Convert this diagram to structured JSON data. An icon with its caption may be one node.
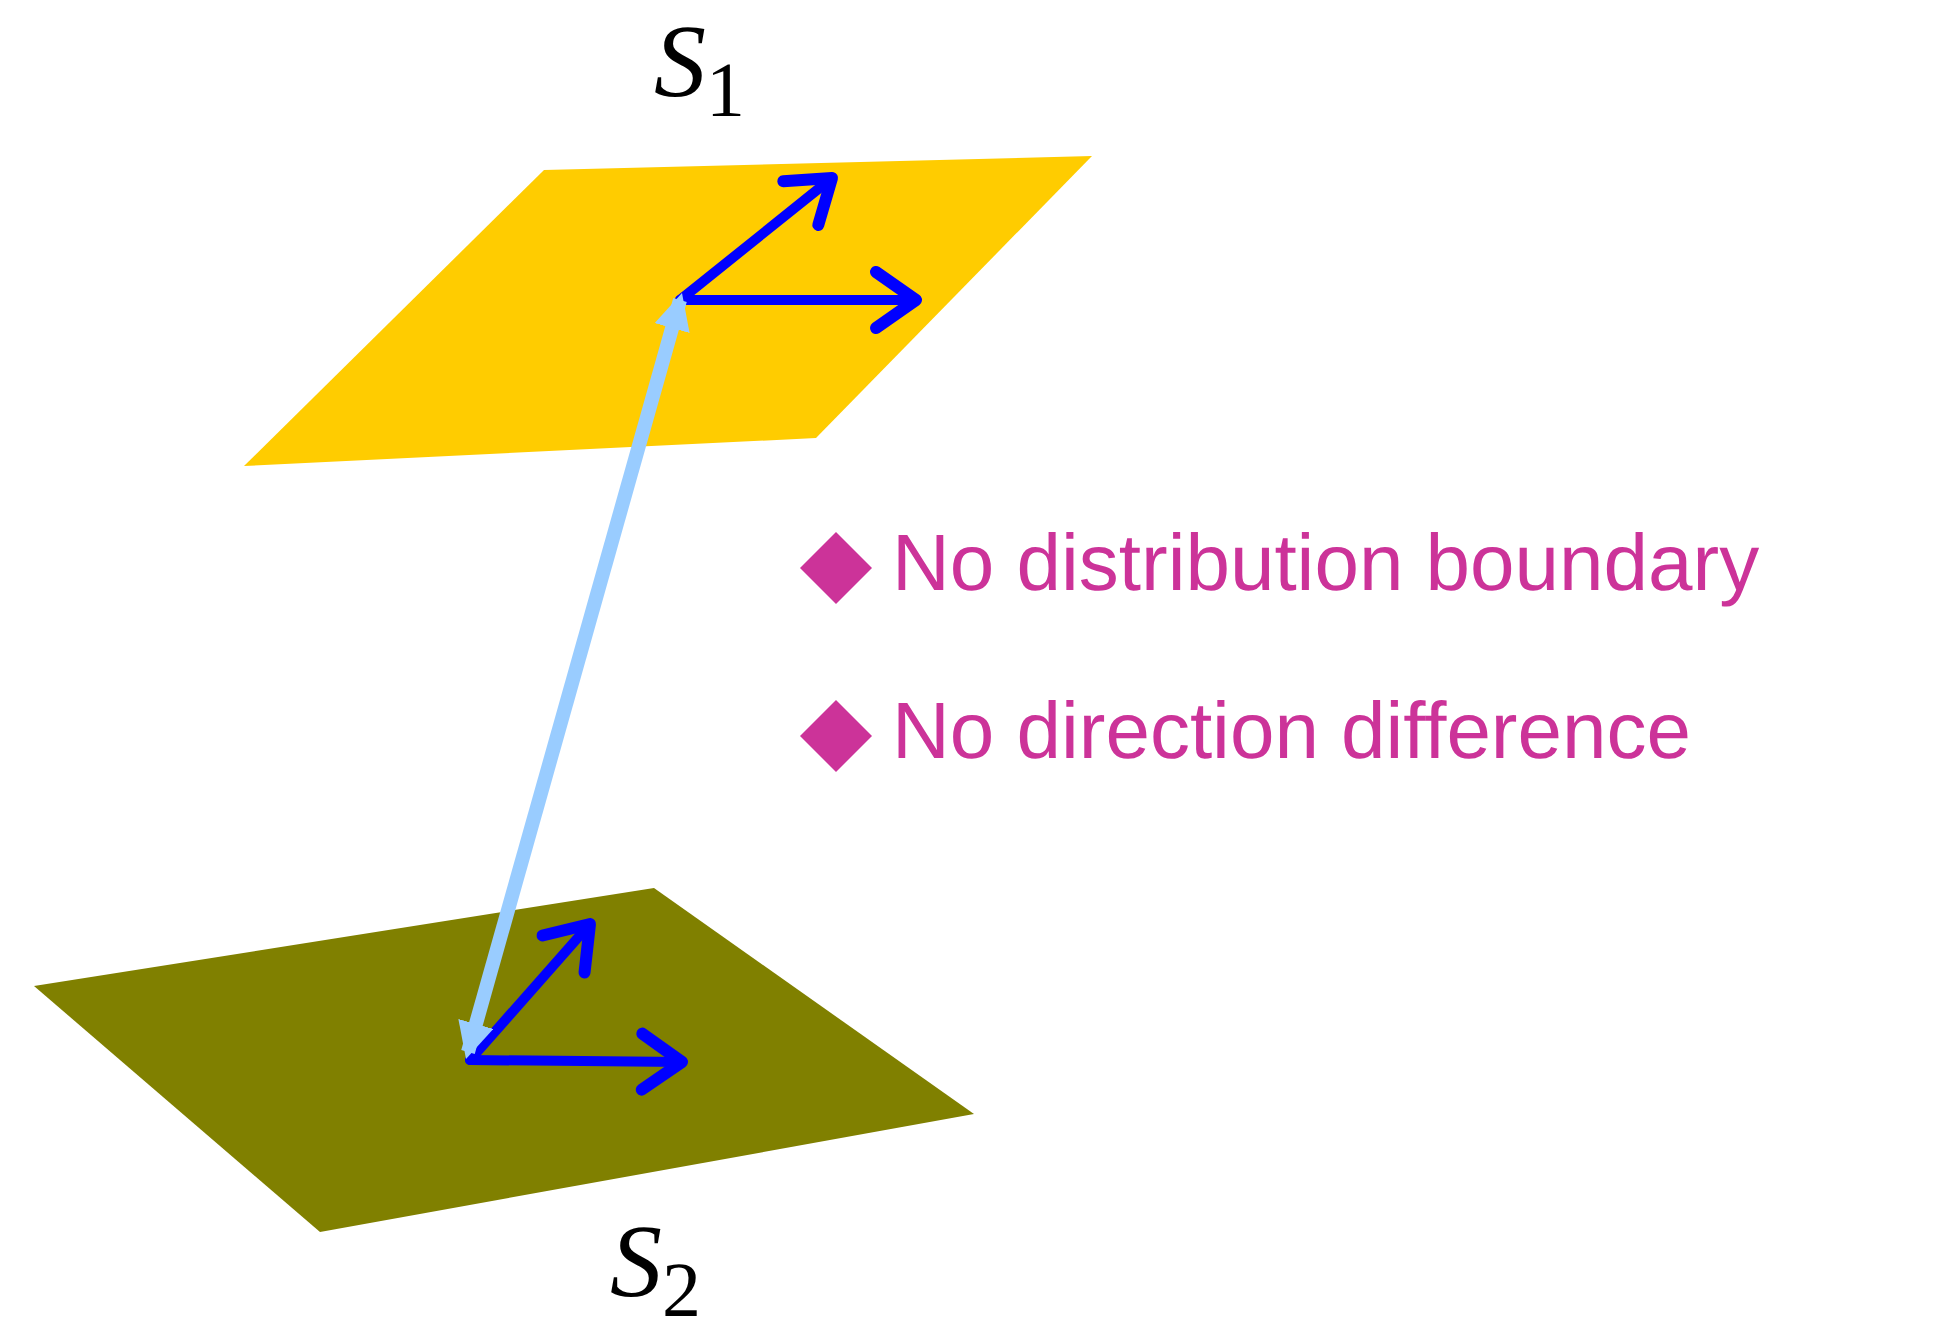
{
  "diagram": {
    "nodes": [
      {
        "text": [
          "*S*$_{1}$"
        ]
      },
      {
        "text": [
          "*S*$_{2}$"
        ]
      }
    ],
    "edges": [
      {
        "from": 0,
        "to": 1,
        "arrow": "both",
        "color": "#99ccff"
      }
    ],
    "labels": [
      "No distribution boundary",
      "No direction difference"
    ]
  }
}
